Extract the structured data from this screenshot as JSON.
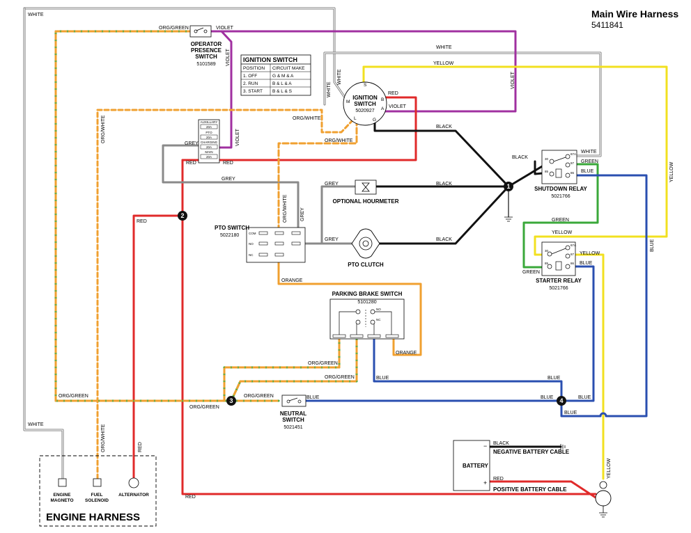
{
  "title": "Main Wire Harness",
  "part_number": "5411841",
  "colors": {
    "white": "#9a9a9a",
    "violet": "#a030a0",
    "red": "#e02a2a",
    "black": "#111111",
    "grey": "#8a8a8a",
    "orange": "#f0a030",
    "green": "#3aa83a",
    "blue": "#2a4fb0",
    "yellow": "#f2e020"
  },
  "components": {
    "operator_switch": {
      "name": "OPERATOR PRESENCE SWITCH",
      "line1": "OPERATOR",
      "line2": "PRESENCE",
      "line3": "SWITCH",
      "part": "5101589"
    },
    "ignition_switch": {
      "line1": "IGNITION",
      "line2": "SWITCH",
      "part": "5020927",
      "terminals": {
        "s": "S",
        "m": "M",
        "b": "B",
        "a": "A",
        "l": "L",
        "g": "G"
      }
    },
    "fuse_block": {
      "labels": [
        "AUXILLARY",
        "20A",
        "PTO",
        "20A",
        "CHARGING",
        "20A",
        "MAIN",
        "20A"
      ]
    },
    "pto_switch": {
      "name": "PTO SWITCH",
      "part": "5022180",
      "com": "COM",
      "no": "NO",
      "nc": "NC"
    },
    "hourmeter": {
      "name": "OPTIONAL HOURMETER"
    },
    "pto_clutch": {
      "name": "PTO CLUTCH"
    },
    "shutdown_relay": {
      "name": "SHUTDOWN RELAY",
      "part": "5021766",
      "pins": [
        "87A",
        "87",
        "30",
        "85",
        "86"
      ]
    },
    "starter_relay": {
      "name": "STARTER RELAY",
      "part": "5021766",
      "pins": [
        "30",
        "87A",
        "87",
        "85",
        "86"
      ]
    },
    "parking_brake": {
      "name": "PARKING BRAKE SWITCH",
      "part": "5101280",
      "no": "NO",
      "nc": "NC"
    },
    "neutral_switch": {
      "line1": "NEUTRAL",
      "line2": "SWITCH",
      "part": "5021451"
    },
    "battery": {
      "name": "BATTERY",
      "neg": "−",
      "pos": "+",
      "neg_cable": "NEGATIVE BATTERY CABLE",
      "pos_cable": "POSITIVE BATTERY CABLE"
    },
    "engine_harness": {
      "title": "ENGINE HARNESS",
      "magneto_1": "ENGINE",
      "magneto_2": "MAGNETO",
      "solenoid_1": "FUEL",
      "solenoid_2": "SOLENOID",
      "alternator": "ALTERNATOR"
    }
  },
  "ignition_table": {
    "title": "IGNITION SWITCH",
    "headers": [
      "POSITION",
      "CIRCUIT MAKE"
    ],
    "rows": [
      [
        "1. OFF",
        "G & M & A"
      ],
      [
        "2. RUN",
        "B & L & A"
      ],
      [
        "3. START",
        "B & L & S"
      ]
    ]
  },
  "splices": [
    "1",
    "2",
    "3",
    "4"
  ],
  "wire_labels": {
    "white": "WHITE",
    "org_green": "ORG/GREEN",
    "violet": "VIOLET",
    "yellow": "YELLOW",
    "red": "RED",
    "org_white": "ORG/WHITE",
    "grey": "GREY",
    "black": "BLACK",
    "green": "GREEN",
    "blue": "BLUE",
    "orange": "ORANGE"
  }
}
